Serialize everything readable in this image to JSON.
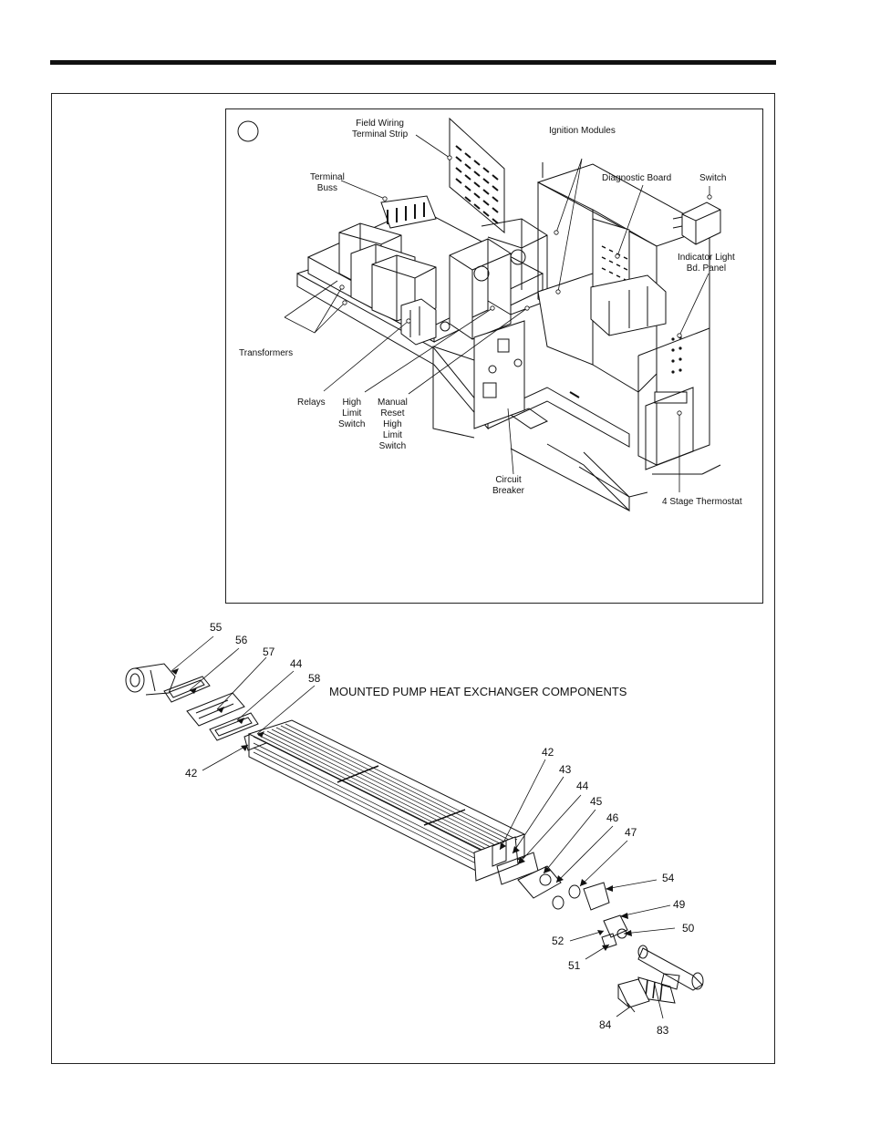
{
  "panel_labels": {
    "field_wiring": [
      "Field Wiring",
      "Terminal Strip"
    ],
    "ignition_modules": "Ignition Modules",
    "terminal_buss": [
      "Terminal",
      "Buss"
    ],
    "diagnostic_board": "Diagnostic Board",
    "switch": "Switch",
    "indicator_light": [
      "Indicator Light",
      "Bd. Panel"
    ],
    "transformers": "Transformers",
    "relays": "Relays",
    "high_limit": [
      "High",
      "Limit",
      "Switch"
    ],
    "manual_reset": [
      "Manual",
      "Reset",
      "High",
      "Limit",
      "Switch"
    ],
    "circuit_breaker": [
      "Circuit",
      "Breaker"
    ],
    "thermostat": "4 Stage Thermostat"
  },
  "heat_exchanger": {
    "title": "MOUNTED PUMP HEAT EXCHANGER COMPONENTS",
    "part_numbers": {
      "p55": "55",
      "p56": "56",
      "p57": "57",
      "p44a": "44",
      "p58": "58",
      "p42a": "42",
      "p42b": "42",
      "p43": "43",
      "p44b": "44",
      "p45": "45",
      "p46": "46",
      "p47": "47",
      "p54": "54",
      "p49": "49",
      "p50": "50",
      "p52": "52",
      "p51": "51",
      "p84": "84",
      "p83": "83"
    }
  }
}
